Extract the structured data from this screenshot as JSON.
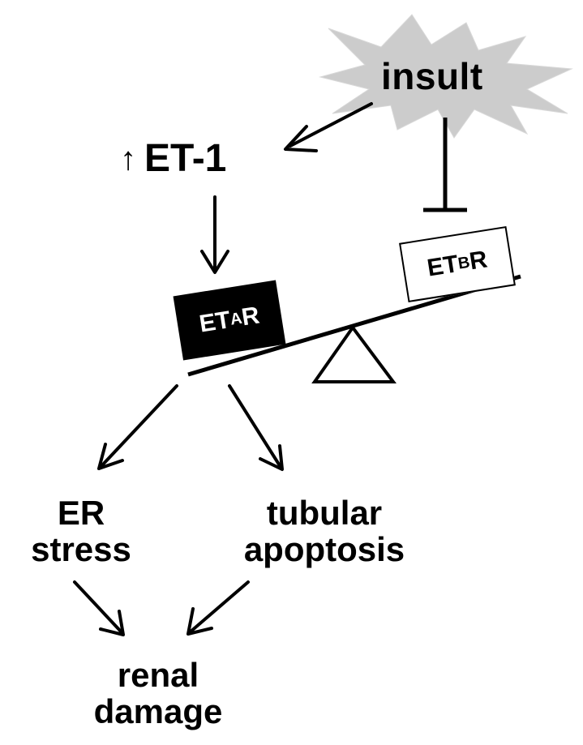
{
  "diagram": {
    "insult": "insult",
    "et1_arrow": "↑",
    "et1": "ET-1",
    "receptor_a": {
      "base": "ET",
      "sub": "A",
      "suffix": "R"
    },
    "receptor_b": {
      "base": "ET",
      "sub": "B",
      "suffix": "R"
    },
    "er_stress": {
      "line1": "ER",
      "line2": "stress"
    },
    "tubular_apoptosis": {
      "line1": "tubular",
      "line2": "apoptosis"
    },
    "renal_damage": {
      "line1": "renal",
      "line2": "damage"
    }
  },
  "colors": {
    "starburst_fill": "#cccccc",
    "ink": "#000000",
    "background": "#ffffff"
  }
}
